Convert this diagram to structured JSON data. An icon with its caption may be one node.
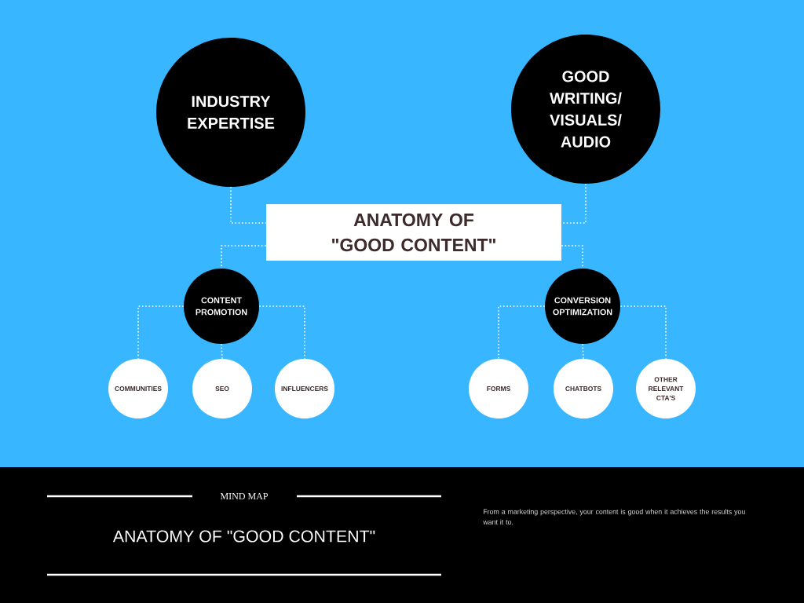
{
  "diagram": {
    "nodes": [
      {
        "text": [
          "INDUSTRY EXPERTISE"
        ]
      },
      {
        "text": [
          "GOOD WRITING/ VISUALS/ AUDIO"
        ]
      },
      {
        "text": [
          "ANATOMY OF \"GOOD CONTENT\""
        ]
      },
      {
        "text": [
          "CONTENT PROMOTION"
        ]
      },
      {
        "text": [
          "CONVERSION OPTIMIZATION"
        ]
      },
      {
        "text": [
          "COMMUNITIES"
        ]
      },
      {
        "text": [
          "SEO"
        ]
      },
      {
        "text": [
          "INFLUENCERS"
        ]
      },
      {
        "text": [
          "FORMS"
        ]
      },
      {
        "text": [
          "CHATBOTS"
        ]
      },
      {
        "text": [
          "OTHER RELEVANT CTA'S"
        ]
      }
    ],
    "edges": [
      {
        "from": 0,
        "to": 2,
        "arrow": "none"
      },
      {
        "from": 1,
        "to": 2,
        "arrow": "none"
      },
      {
        "from": 2,
        "to": 3,
        "arrow": "none"
      },
      {
        "from": 2,
        "to": 4,
        "arrow": "none"
      },
      {
        "from": 3,
        "to": 5,
        "arrow": "none"
      },
      {
        "from": 3,
        "to": 6,
        "arrow": "none"
      },
      {
        "from": 3,
        "to": 7,
        "arrow": "none"
      },
      {
        "from": 4,
        "to": 8,
        "arrow": "none"
      },
      {
        "from": 4,
        "to": 9,
        "arrow": "none"
      },
      {
        "from": 4,
        "to": 10,
        "arrow": "none"
      }
    ],
    "labels": [
      "MIND MAP",
      "ANATOMY OF \"GOOD CONTENT\"",
      "From a marketing perspective, your content is good when it achieves the results you want it to."
    ]
  }
}
